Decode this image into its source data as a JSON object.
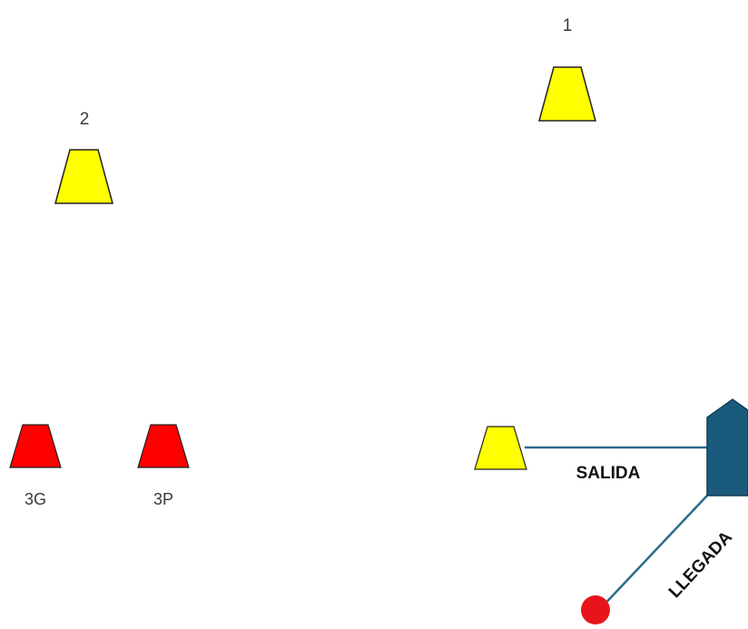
{
  "cones": {
    "cone_1": {
      "label": "1",
      "color": "#ffff00"
    },
    "cone_2": {
      "label": "2",
      "color": "#ffff00"
    },
    "cone_3g": {
      "label": "3G",
      "color": "#ff0000"
    },
    "cone_3p": {
      "label": "3P",
      "color": "#ff0000"
    },
    "start_cone": {
      "color": "#ffff00"
    }
  },
  "house": {
    "color": "#1a5b7d"
  },
  "ball": {
    "color": "#e8141c"
  },
  "routes": {
    "exit_label": "SALIDA",
    "arrival_label": "LLEGADA",
    "line_color": "#2a6b8a"
  }
}
